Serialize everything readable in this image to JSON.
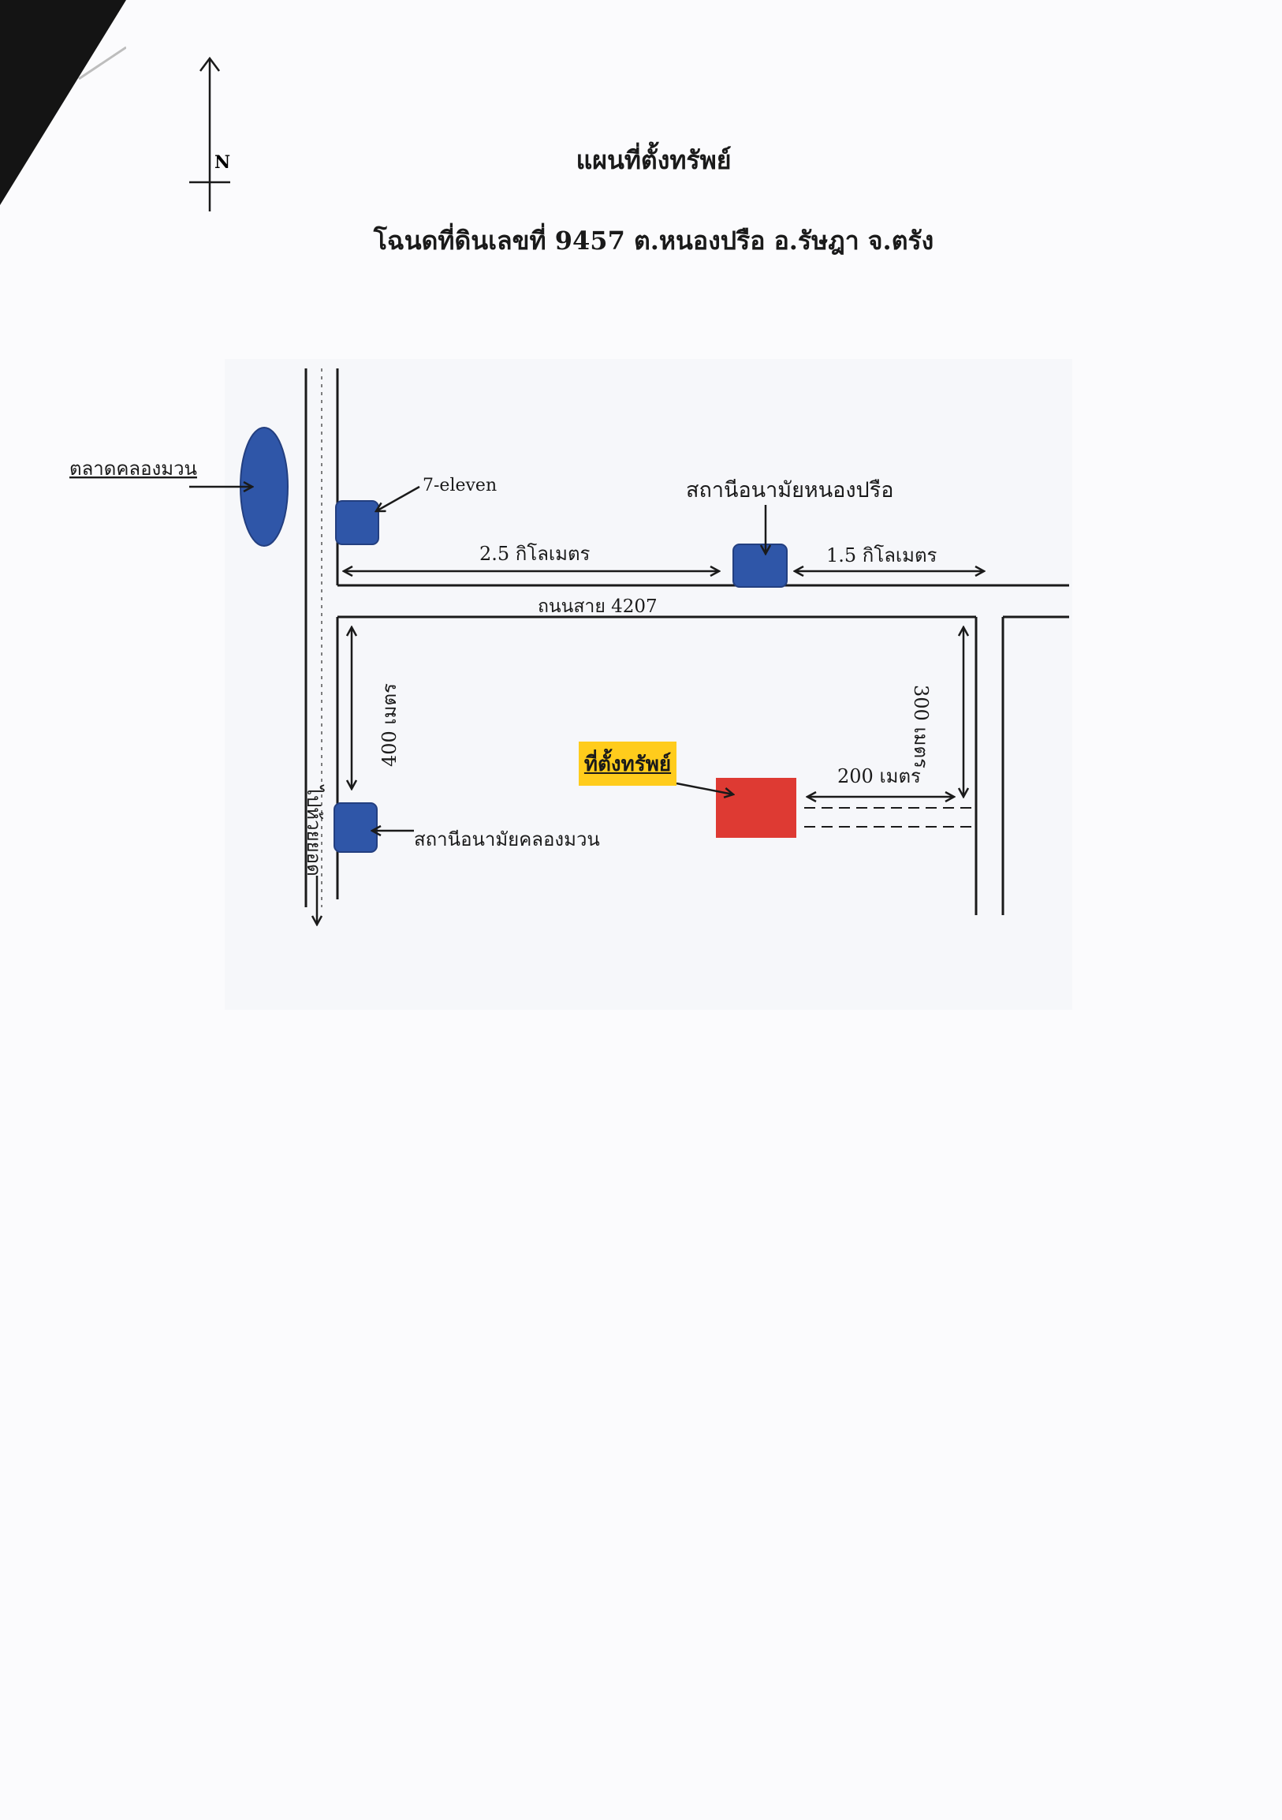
{
  "compass": {
    "label": "N"
  },
  "header": {
    "title": "แผนที่ตั้งทรัพย์",
    "subtitle": "โฉนดที่ดินเลขที่ 9457 ต.หนองปรือ อ.รัษฎา จ.ตรัง"
  },
  "landmarks": {
    "market": "ตลาดคลองมวน",
    "seven_eleven": "7-eleven",
    "health_station_north": "สถานีอนามัยหนองปรือ",
    "health_station_south": "สถานีอนามัยคลองมวน",
    "property": "ที่ตั้งทรัพย์"
  },
  "roads": {
    "main_road": "ถนนสาย 4207",
    "to_huai_yot": "ไปห้วยยอด"
  },
  "distances": {
    "d_2_5km": "2.5 กิโลเมตร",
    "d_1_5km": "1.5 กิโลเมตร",
    "d_400m": "400 เมตร",
    "d_300m": "300 เมตร",
    "d_200m": "200 เมตร"
  },
  "colors": {
    "landmark_blue": "#2f56a8",
    "property_red": "#de3a33",
    "label_highlight": "#ffcc1c",
    "road_line": "#1a1a1a"
  }
}
